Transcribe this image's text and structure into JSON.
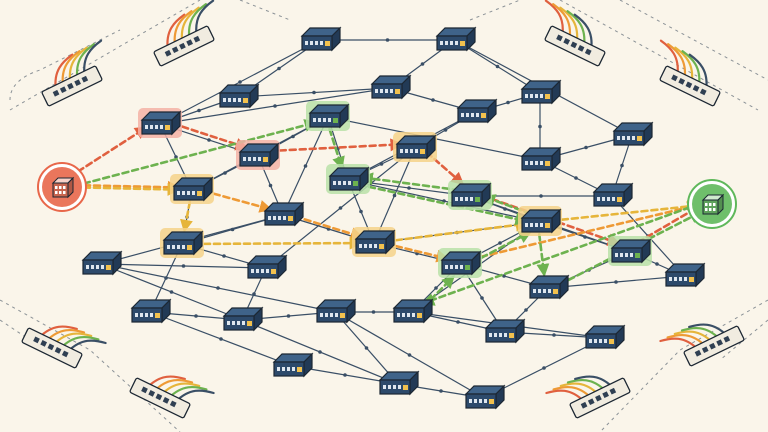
{
  "colors": {
    "background": "#faf5ea",
    "link": "#3a4f66",
    "node_body": "#2d4a6b",
    "node_top": "#3f6389",
    "node_outline": "#1c2733",
    "port_light": "#f2c14e",
    "source": "#e8674a",
    "destination": "#5fb85b",
    "path_red": "#e0603f",
    "path_orange": "#ee9a35",
    "path_yellow": "#e6b53a",
    "path_green": "#6db24f",
    "highlight_amber": "#f4d28a",
    "highlight_red": "#f3b1a6",
    "highlight_green": "#b9e0a8",
    "patch_panel": "#f1ece0",
    "cable_colors": [
      "#e0603f",
      "#ee9a35",
      "#e6b53a",
      "#6db24f",
      "#3a4f66"
    ]
  },
  "icons": {
    "source": "server-icon",
    "destination": "server-icon",
    "node": "network-switch-icon",
    "panel": "patch-panel-icon"
  },
  "nodes": [
    {
      "id": "n1",
      "highlight": "none"
    },
    {
      "id": "n2",
      "highlight": "none"
    },
    {
      "id": "n3",
      "highlight": "none"
    },
    {
      "id": "n4",
      "highlight": "none"
    },
    {
      "id": "n5",
      "highlight": "red"
    },
    {
      "id": "n6",
      "highlight": "none"
    },
    {
      "id": "n7",
      "highlight": "none"
    },
    {
      "id": "n8",
      "highlight": "none"
    },
    {
      "id": "n9",
      "highlight": "red"
    },
    {
      "id": "n10",
      "highlight": "amber"
    },
    {
      "id": "n11",
      "highlight": "green"
    },
    {
      "id": "n12",
      "highlight": "none"
    },
    {
      "id": "n13",
      "highlight": "amber"
    },
    {
      "id": "n14",
      "highlight": "green"
    },
    {
      "id": "n15",
      "highlight": "none"
    },
    {
      "id": "n16",
      "highlight": "none"
    },
    {
      "id": "n17",
      "highlight": "green"
    },
    {
      "id": "n18",
      "highlight": "amber"
    },
    {
      "id": "n19",
      "highlight": "none"
    },
    {
      "id": "n20",
      "highlight": "amber"
    },
    {
      "id": "n21",
      "highlight": "none"
    },
    {
      "id": "n22",
      "highlight": "amber"
    },
    {
      "id": "n23",
      "highlight": "green"
    },
    {
      "id": "n24",
      "highlight": "none"
    },
    {
      "id": "n25",
      "highlight": "none"
    },
    {
      "id": "n26",
      "highlight": "none"
    },
    {
      "id": "n27",
      "highlight": "green"
    },
    {
      "id": "n28",
      "highlight": "none"
    },
    {
      "id": "n29",
      "highlight": "none"
    },
    {
      "id": "n30",
      "highlight": "none"
    },
    {
      "id": "n31",
      "highlight": "none"
    },
    {
      "id": "n32",
      "highlight": "none"
    },
    {
      "id": "n33",
      "highlight": "none"
    },
    {
      "id": "n34",
      "highlight": "none"
    },
    {
      "id": "n35",
      "highlight": "none"
    }
  ],
  "edges": [
    [
      "n1",
      "n2"
    ],
    [
      "n1",
      "n3"
    ],
    [
      "n1",
      "n5"
    ],
    [
      "n2",
      "n4"
    ],
    [
      "n2",
      "n6"
    ],
    [
      "n2",
      "n7"
    ],
    [
      "n3",
      "n4"
    ],
    [
      "n3",
      "n5"
    ],
    [
      "n4",
      "n5"
    ],
    [
      "n4",
      "n8"
    ],
    [
      "n5",
      "n9"
    ],
    [
      "n5",
      "n10"
    ],
    [
      "n6",
      "n8"
    ],
    [
      "n6",
      "n12"
    ],
    [
      "n7",
      "n12"
    ],
    [
      "n7",
      "n16"
    ],
    [
      "n8",
      "n13"
    ],
    [
      "n8",
      "n14"
    ],
    [
      "n9",
      "n10"
    ],
    [
      "n9",
      "n11"
    ],
    [
      "n9",
      "n15"
    ],
    [
      "n10",
      "n11"
    ],
    [
      "n10",
      "n18"
    ],
    [
      "n11",
      "n12"
    ],
    [
      "n11",
      "n14"
    ],
    [
      "n11",
      "n15"
    ],
    [
      "n12",
      "n16"
    ],
    [
      "n13",
      "n14"
    ],
    [
      "n13",
      "n19"
    ],
    [
      "n13",
      "n20"
    ],
    [
      "n14",
      "n17"
    ],
    [
      "n14",
      "n20"
    ],
    [
      "n14",
      "n22"
    ],
    [
      "n15",
      "n18"
    ],
    [
      "n15",
      "n20"
    ],
    [
      "n15",
      "n21"
    ],
    [
      "n16",
      "n17"
    ],
    [
      "n16",
      "n24"
    ],
    [
      "n17",
      "n22"
    ],
    [
      "n17",
      "n23"
    ],
    [
      "n18",
      "n19"
    ],
    [
      "n18",
      "n25"
    ],
    [
      "n19",
      "n21"
    ],
    [
      "n19",
      "n26"
    ],
    [
      "n20",
      "n22"
    ],
    [
      "n20",
      "n27"
    ],
    [
      "n21",
      "n26"
    ],
    [
      "n21",
      "n29"
    ],
    [
      "n22",
      "n23"
    ],
    [
      "n22",
      "n27"
    ],
    [
      "n22",
      "n30"
    ],
    [
      "n23",
      "n24"
    ],
    [
      "n23",
      "n28"
    ],
    [
      "n24",
      "n28"
    ],
    [
      "n25",
      "n26"
    ],
    [
      "n25",
      "n31"
    ],
    [
      "n26",
      "n29"
    ],
    [
      "n26",
      "n32"
    ],
    [
      "n27",
      "n28"
    ],
    [
      "n27",
      "n30"
    ],
    [
      "n28",
      "n33"
    ],
    [
      "n29",
      "n30"
    ],
    [
      "n29",
      "n32"
    ],
    [
      "n30",
      "n33"
    ],
    [
      "n30",
      "n34"
    ],
    [
      "n31",
      "n32"
    ],
    [
      "n32",
      "n35"
    ],
    [
      "n33",
      "n34"
    ],
    [
      "n34",
      "n35"
    ],
    [
      "n29",
      "n35"
    ],
    [
      "n27",
      "n33"
    ]
  ],
  "paths": [
    {
      "color": "red",
      "nodes": [
        "src",
        "n5",
        "n9",
        "n13",
        "n17",
        "n23",
        "dst"
      ]
    },
    {
      "color": "orange",
      "nodes": [
        "src",
        "n10",
        "n15",
        "n20",
        "n27",
        "dst"
      ]
    },
    {
      "color": "yellow",
      "nodes": [
        "src",
        "n10",
        "n18",
        "n20",
        "n22",
        "dst"
      ]
    },
    {
      "color": "green",
      "nodes": [
        "src",
        "n11",
        "n14",
        "n22",
        "n28",
        "dst"
      ]
    },
    {
      "color": "green",
      "nodes": [
        "dst",
        "n30",
        "n27",
        "n22",
        "n17",
        "n14"
      ]
    }
  ],
  "panels": 8
}
